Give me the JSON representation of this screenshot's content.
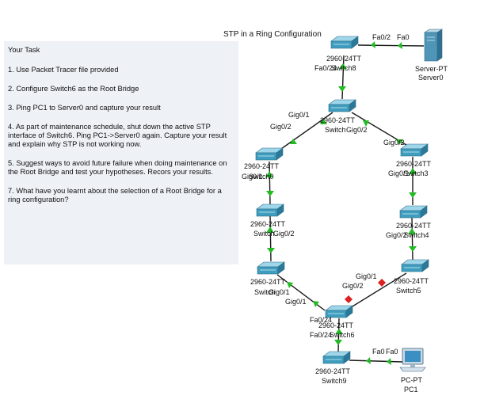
{
  "diagram": {
    "title": "STP in a Ring Configuration"
  },
  "task": {
    "heading": "Your Task",
    "items": [
      "1. Use Packet Tracer file provided",
      "2. Configure Switch6 as the Root Bridge",
      "3. Ping PC1 to Server0 and capture your result",
      "4. As part of maintenance schedule, shut down the active STP interface of Switch6. Ping PC1->Server0 again. Capture your result and explain why STP is not working now.",
      "5. Suggest ways to avoid future failure when doing maintenance on the Root Bridge and test your hypotheses. Recors your results.",
      "7. What have you learnt about the selection of a Root Bridge for a ring configuration?"
    ]
  },
  "devices": {
    "switch8": {
      "model": "2960-24TT",
      "name": "Switch8"
    },
    "switch_top": {
      "model": "2960-24TT",
      "name": "Switch"
    },
    "switch_left_upper": {
      "model": "2960-24TT",
      "name": "Switch0"
    },
    "switch_left_lower": {
      "model": "2960-24TT",
      "name": "Switch"
    },
    "switch_left_bottom": {
      "model": "2960-24TT",
      "name": "Switch"
    },
    "switch3": {
      "model": "2960-24TT",
      "name": "Switch3"
    },
    "switch4": {
      "model": "2960-24TT",
      "name": "Switch4"
    },
    "switch5": {
      "model": "2960-24TT",
      "name": "Switch5"
    },
    "switch6": {
      "model": "2960-24TT",
      "name": "Switch6"
    },
    "switch9": {
      "model": "2960-24TT",
      "name": "Switch9"
    },
    "server0": {
      "model": "Server-PT",
      "name": "Server0"
    },
    "pc1": {
      "model": "PC-PT",
      "name": "PC1"
    }
  },
  "ports": {
    "sw8_fa02": "Fa0/2",
    "server_fa0": "Fa0",
    "sw8_fa024": "Fa0/24",
    "top_gig01": "Gig0/1",
    "top_gig02_left": "Gig0/2",
    "top_gig02_right": "Gig0/2",
    "sw3_gig02": "Gig0/2",
    "sw3_gig01": "Gig0/1",
    "lu_gig01": "Gig0/1",
    "ll_gig02": "Gig0/2",
    "lb_gig01": "Gig0/1",
    "lb_gig01_b": "Gig0/1",
    "sw4_gig02": "Gig0/2",
    "sw5_gig01": "Gig0/1",
    "sw5_gig02": "Gig0/2",
    "sw6_fa024_top": "Fa0/24",
    "sw6_fa024": "Fa0/24",
    "sw9_fa0": "Fa0",
    "pc_fa0": "Fa0"
  },
  "colors": {
    "link": "#1a1a1a",
    "forwarding": "#22bb22",
    "blocking": "#dd2020",
    "switch": "#4aa3c3",
    "panel": "#eef1f6"
  }
}
